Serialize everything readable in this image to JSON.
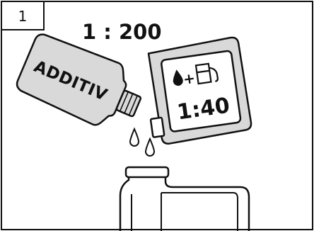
{
  "step": {
    "number": "1"
  },
  "title": {
    "ratio": "1 : 200"
  },
  "additive_bottle": {
    "label": "ADDITIV"
  },
  "fuel_canister": {
    "ratio": "1:40",
    "icon": "oil-drop-plus-fuel-pump-icon"
  },
  "colors": {
    "line": "#111111",
    "fill": "#d9d9d9",
    "background": "#ffffff"
  }
}
